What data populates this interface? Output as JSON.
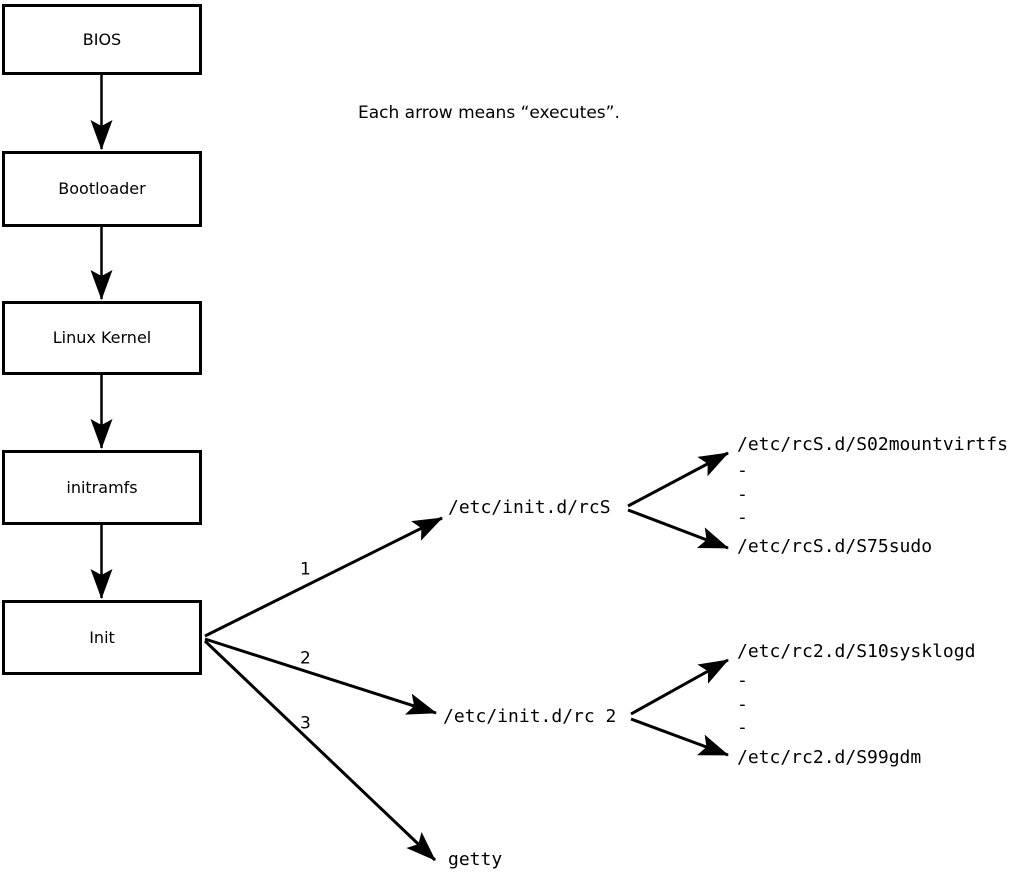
{
  "note": "Each arrow means “executes”.",
  "boxes": [
    {
      "id": "bios",
      "label": "BIOS"
    },
    {
      "id": "bootloader",
      "label": "Bootloader"
    },
    {
      "id": "linux-kernel",
      "label": "Linux Kernel"
    },
    {
      "id": "initramfs",
      "label": "initramfs"
    },
    {
      "id": "init",
      "label": "Init"
    }
  ],
  "branches": [
    {
      "number": "1",
      "target": "/etc/init.d/rcS"
    },
    {
      "number": "2",
      "target": "/etc/init.d/rc 2"
    },
    {
      "number": "3",
      "target": "getty"
    }
  ],
  "rcS_scripts": {
    "first": "/etc/rcS.d/S02mountvirtfs",
    "dashes": [
      "-",
      "-",
      "-"
    ],
    "last": "/etc/rcS.d/S75sudo"
  },
  "rc2_scripts": {
    "first": "/etc/rc2.d/S10sysklogd",
    "dashes": [
      "-",
      "-",
      "-"
    ],
    "last": "/etc/rc2.d/S99gdm"
  },
  "colors": {
    "line": "#000000",
    "box_fill": "#ffffff",
    "background": "#ffffff"
  }
}
